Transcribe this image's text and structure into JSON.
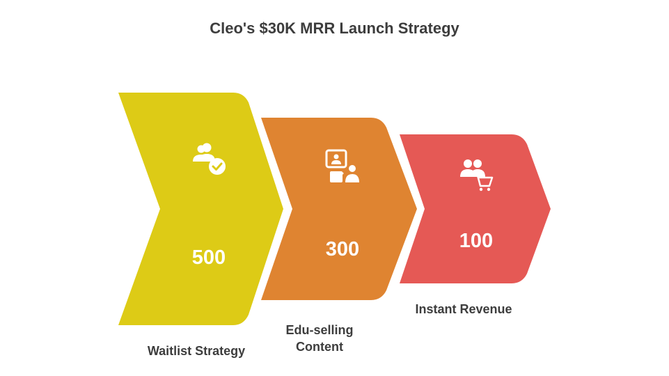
{
  "title": "Cleo's $30K MRR Launch Strategy",
  "stages": [
    {
      "value": "500",
      "label": "Waitlist Strategy",
      "color": "#ddcb16",
      "icon": "users-check-icon"
    },
    {
      "value": "300",
      "label": "Edu-selling Content",
      "color": "#df8431",
      "icon": "presentation-teacher-icon"
    },
    {
      "value": "100",
      "label": "Instant Revenue",
      "color": "#e55955",
      "icon": "users-cart-icon"
    }
  ]
}
